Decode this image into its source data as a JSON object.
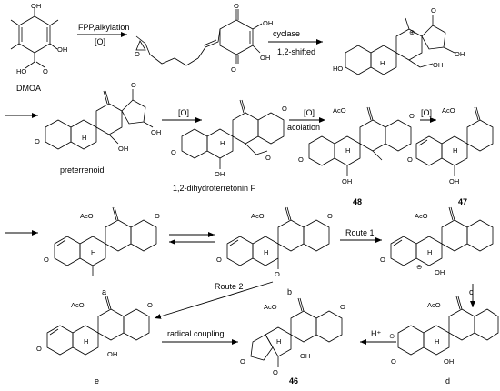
{
  "steps": {
    "fpp_alkylation": "FPP,alkylation",
    "oxidation_1": "[O]",
    "cyclase": "cyclase",
    "shift": "1,2-shifted",
    "oxidation_2": "[O]",
    "oxidation_acolation": "[O]",
    "acolation": "acolation",
    "oxidation_3": "[O]",
    "route_1": "Route 1",
    "route_2": "Route 2",
    "radical_coupling": "radical coupling",
    "proton": "H⁺"
  },
  "compounds": {
    "dmoa": "DMOA",
    "preterrenoid": "preterrenoid",
    "dihydroterretonin": "1,2-dihydroterretonin F",
    "c48": "48",
    "c47": "47",
    "ia": "a",
    "ib": "b",
    "ic": "c",
    "id": "d",
    "ie": "e",
    "c46": "46"
  },
  "atoms": {
    "oh": "OH",
    "o": "O",
    "aco": "AcO",
    "h": "H",
    "ho": "HO",
    "plus": "⊕",
    "minus": "⊖"
  }
}
